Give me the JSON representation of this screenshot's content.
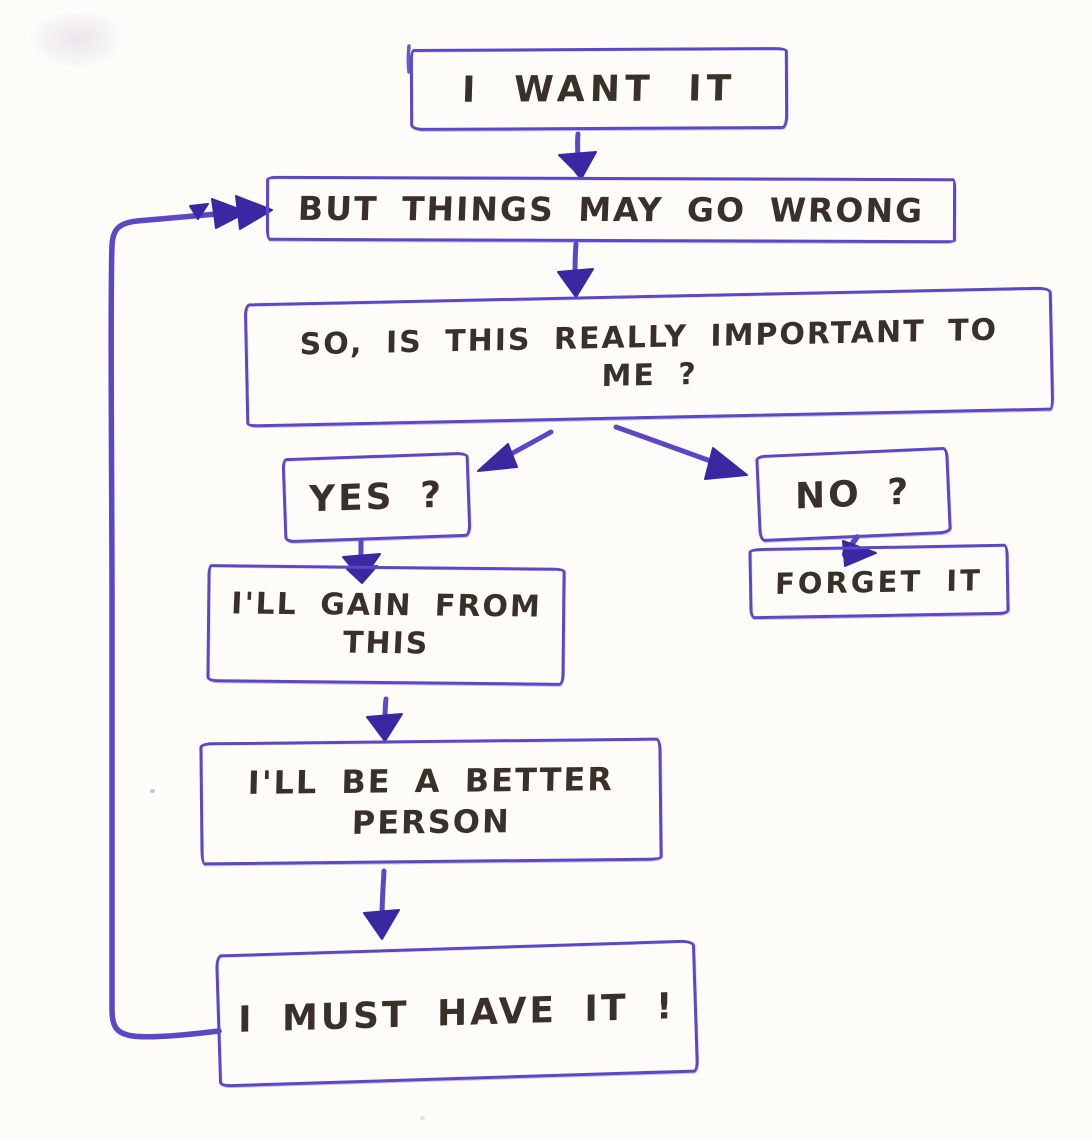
{
  "flowchart": {
    "colors": {
      "ink": "#5a48c4",
      "arrowhead": "#3a28a2",
      "text": "#3a302a",
      "paper": "#fdfcf8"
    },
    "nodes": {
      "want": {
        "label": "I WANT IT"
      },
      "wrong": {
        "label": "BUT THINGS MAY GO WRONG"
      },
      "important": {
        "lines": [
          "SO, IS THIS REALLY IMPORTANT TO",
          "ME ?"
        ]
      },
      "yes": {
        "label": "YES ?"
      },
      "no": {
        "label": "NO ?"
      },
      "gain": {
        "lines": [
          "I'LL GAIN FROM",
          "THIS"
        ]
      },
      "forget": {
        "label": "FORGET IT"
      },
      "better": {
        "lines": [
          "I'LL BE A BETTER",
          "PERSON"
        ]
      },
      "must": {
        "label": "I MUST HAVE IT !"
      }
    },
    "edges": [
      {
        "from": "want",
        "to": "wrong"
      },
      {
        "from": "wrong",
        "to": "important"
      },
      {
        "from": "important",
        "to": "yes"
      },
      {
        "from": "important",
        "to": "no"
      },
      {
        "from": "yes",
        "to": "gain"
      },
      {
        "from": "no",
        "to": "forget"
      },
      {
        "from": "gain",
        "to": "better"
      },
      {
        "from": "better",
        "to": "must"
      },
      {
        "from": "must",
        "to": "wrong",
        "type": "loop-back"
      }
    ]
  }
}
